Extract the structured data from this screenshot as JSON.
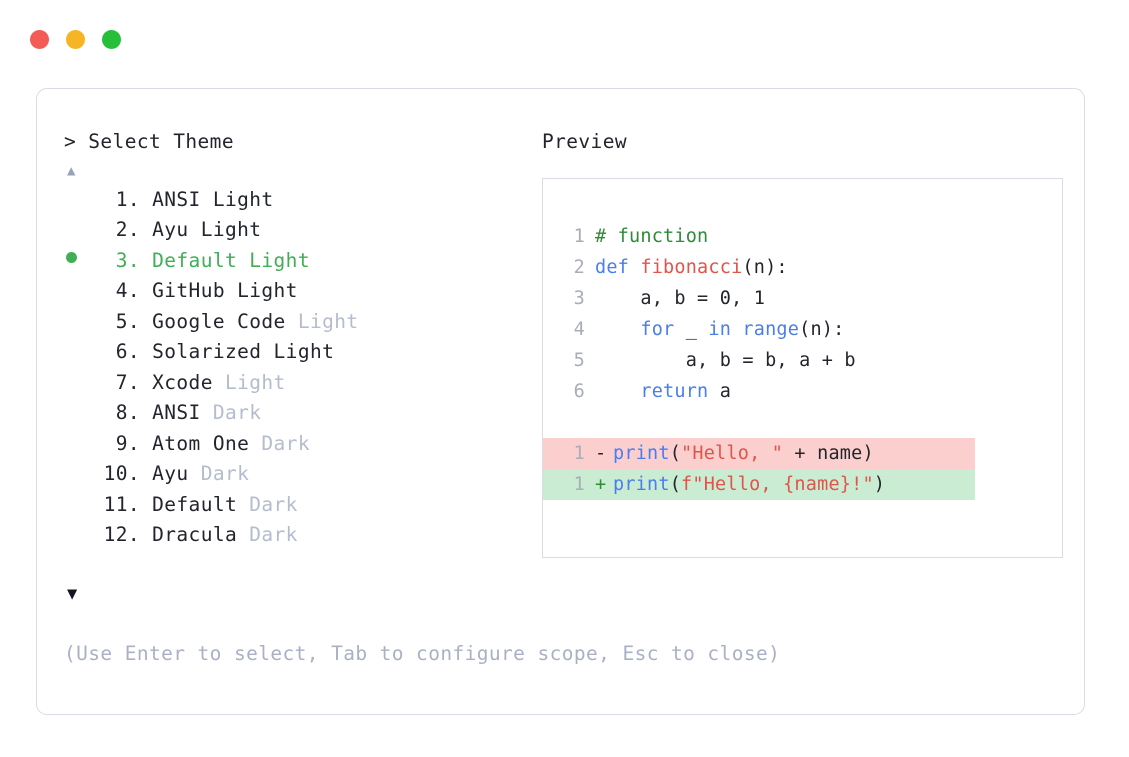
{
  "window": {
    "dots": [
      {
        "name": "close",
        "color": "#f35b56"
      },
      {
        "name": "minimize",
        "color": "#f6b524"
      },
      {
        "name": "maximize",
        "color": "#26c038"
      }
    ]
  },
  "left_pane": {
    "prompt_symbol": ">",
    "prompt_label": "Select Theme",
    "scroll_up_glyph": "▲",
    "scroll_down_glyph": "▼",
    "selected_index": 3,
    "selected_color": "#3fae54",
    "muted_color": "#b4bccd",
    "themes": [
      {
        "index": "1.",
        "name": "ANSI",
        "variant": "Light",
        "variant_muted": false
      },
      {
        "index": "2.",
        "name": "Ayu",
        "variant": "Light",
        "variant_muted": false
      },
      {
        "index": "3.",
        "name": "Default",
        "variant": "Light",
        "variant_muted": false
      },
      {
        "index": "4.",
        "name": "GitHub",
        "variant": "Light",
        "variant_muted": false
      },
      {
        "index": "5.",
        "name": "Google Code",
        "variant": "Light",
        "variant_muted": true
      },
      {
        "index": "6.",
        "name": "Solarized",
        "variant": "Light",
        "variant_muted": false
      },
      {
        "index": "7.",
        "name": "Xcode",
        "variant": "Light",
        "variant_muted": true
      },
      {
        "index": "8.",
        "name": "ANSI",
        "variant": "Dark",
        "variant_muted": true
      },
      {
        "index": "9.",
        "name": "Atom One",
        "variant": "Dark",
        "variant_muted": true
      },
      {
        "index": "10.",
        "name": "Ayu",
        "variant": "Dark",
        "variant_muted": true
      },
      {
        "index": "11.",
        "name": "Default",
        "variant": "Dark",
        "variant_muted": true
      },
      {
        "index": "12.",
        "name": "Dracula",
        "variant": "Dark",
        "variant_muted": true
      }
    ]
  },
  "right_pane": {
    "preview_label": "Preview",
    "code": {
      "line_numbers": [
        "1",
        "2",
        "3",
        "4",
        "5",
        "6"
      ],
      "lines": [
        {
          "n": "1",
          "tokens": [
            {
              "t": "# function",
              "c": "comment"
            }
          ]
        },
        {
          "n": "2",
          "tokens": [
            {
              "t": "def ",
              "c": "keyword"
            },
            {
              "t": "fibonacci",
              "c": "func"
            },
            {
              "t": "(n):",
              "c": "plain"
            }
          ]
        },
        {
          "n": "3",
          "tokens": [
            {
              "t": "    a, b = 0, 1",
              "c": "plain"
            }
          ]
        },
        {
          "n": "4",
          "tokens": [
            {
              "t": "    ",
              "c": "plain"
            },
            {
              "t": "for",
              "c": "keyword"
            },
            {
              "t": " _ ",
              "c": "plain"
            },
            {
              "t": "in",
              "c": "keyword"
            },
            {
              "t": " ",
              "c": "plain"
            },
            {
              "t": "range",
              "c": "builtin"
            },
            {
              "t": "(n):",
              "c": "plain"
            }
          ]
        },
        {
          "n": "5",
          "tokens": [
            {
              "t": "        a, b = b, a + b",
              "c": "plain"
            }
          ]
        },
        {
          "n": "6",
          "tokens": [
            {
              "t": "    ",
              "c": "plain"
            },
            {
              "t": "return",
              "c": "keyword"
            },
            {
              "t": " a",
              "c": "plain"
            }
          ]
        }
      ],
      "diff": [
        {
          "n": "1",
          "sign": "-",
          "kind": "del",
          "background": "#fccfcf",
          "tokens": [
            {
              "t": "print",
              "c": "builtin"
            },
            {
              "t": "(",
              "c": "plain"
            },
            {
              "t": "\"Hello, \"",
              "c": "string"
            },
            {
              "t": " + name)",
              "c": "plain"
            }
          ]
        },
        {
          "n": "1",
          "sign": "+",
          "kind": "add",
          "background": "#c9ecd3",
          "tokens": [
            {
              "t": "print",
              "c": "builtin"
            },
            {
              "t": "(",
              "c": "plain"
            },
            {
              "t": "f\"Hello, {name}!\"",
              "c": "string"
            },
            {
              "t": ")",
              "c": "plain"
            }
          ]
        }
      ]
    }
  },
  "footer": {
    "help_text": "(Use Enter to select, Tab to configure scope, Esc to close)"
  }
}
